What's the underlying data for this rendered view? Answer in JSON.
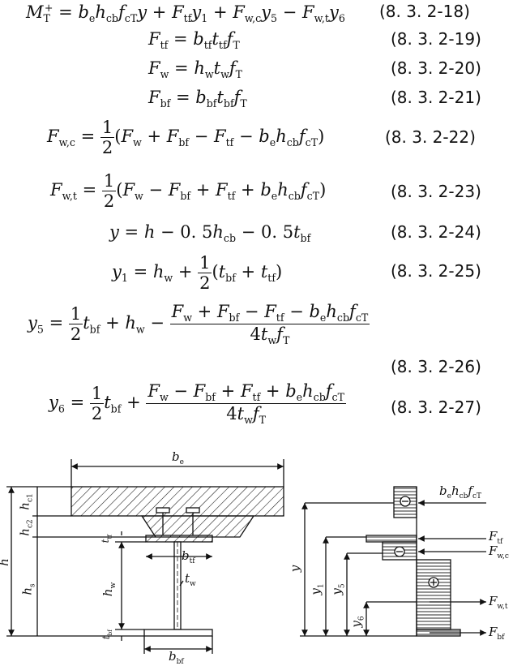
{
  "equations": [
    {
      "number": "(8. 3. 2-18)"
    },
    {
      "number": "(8. 3. 2-19)"
    },
    {
      "number": "(8. 3. 2-20)"
    },
    {
      "number": "(8. 3. 2-21)"
    },
    {
      "number": "(8. 3. 2-22)"
    },
    {
      "number": "(8. 3. 2-23)"
    },
    {
      "number": "(8. 3. 2-24)"
    },
    {
      "number": "(8. 3. 2-25)"
    },
    {
      "number": "(8. 3. 2-26)"
    },
    {
      "number": "(8. 3. 2-27)"
    }
  ],
  "figure": {
    "section_labels": {
      "be": "b",
      "be_sub": "e",
      "hc1": "h",
      "hc1_sub": "c1",
      "hc2": "h",
      "hc2_sub": "c2",
      "h": "h",
      "hs": "h",
      "hs_sub": "s",
      "hw": "h",
      "hw_sub": "w",
      "ttf": "t",
      "ttf_sub": "tf",
      "btf": "b",
      "btf_sub": "tf",
      "tw": "t",
      "tw_sub": "w",
      "tbf": "t",
      "tbf_sub": "bf",
      "bbf": "b",
      "bbf_sub": "bf"
    },
    "force_labels": {
      "concrete": "b",
      "concrete_rest": "h",
      "concrete_rest2": "f",
      "Ftf": "F",
      "Ftf_sub": "tf",
      "Fwc": "F",
      "Fwc_sub": "w,c",
      "Fwt": "F",
      "Fwt_sub": "w,t",
      "Fbf": "F",
      "Fbf_sub": "bf",
      "y": "y",
      "y1": "y",
      "y1_sub": "1",
      "y5": "y",
      "y5_sub": "5",
      "y6": "y",
      "y6_sub": "6"
    }
  }
}
